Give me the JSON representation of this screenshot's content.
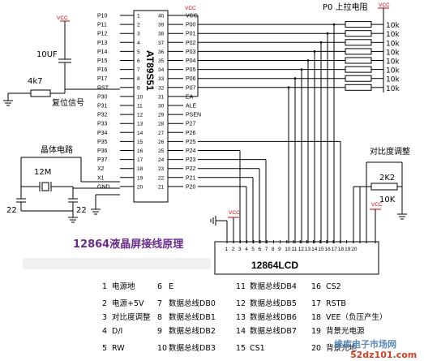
{
  "chip": {
    "name": "AT89S51",
    "left_pins": [
      "P10",
      "P11",
      "P12",
      "P13",
      "P14",
      "P15",
      "P16",
      "P17",
      "RST",
      "P30",
      "P31",
      "P32",
      "P33",
      "P34",
      "P35",
      "P36",
      "P37",
      "X2",
      "X1",
      "GND"
    ],
    "right_pins": [
      "VCC",
      "P00",
      "P01",
      "P02",
      "P03",
      "P04",
      "P05",
      "P06",
      "P07",
      "EA",
      "ALE",
      "PSEN",
      "P27",
      "P26",
      "P25",
      "P24",
      "P23",
      "P22",
      "P21",
      "P20"
    ]
  },
  "labels": {
    "vcc": "VCC",
    "cap_10uf": "10UF",
    "res_4k7": "4k7",
    "reset_signal": "复位信号",
    "crystal_circuit": "晶体电路",
    "crystal": "12M",
    "cap1": "22",
    "cap2": "22",
    "pullup_title": "P0 上拉电阻",
    "pullup_value": "10k",
    "contrast_title": "对比度调整",
    "res_2k2": "2K2",
    "pot_10k": "10K",
    "lcd_name": "12864LCD",
    "diagram_title": "12864液晶屏接线原理",
    "watermark": "维库电子市场网",
    "watermark_url": "52dz101.com"
  },
  "legend": [
    {
      "num": "1",
      "text": "电源地"
    },
    {
      "num": "2",
      "text": "电源+5V"
    },
    {
      "num": "3",
      "text": "对比度调整"
    },
    {
      "num": "4",
      "text": "D/I"
    },
    {
      "num": "5",
      "text": "RW"
    },
    {
      "num": "6",
      "text": "E"
    },
    {
      "num": "7",
      "text": "数据总线DB0"
    },
    {
      "num": "8",
      "text": "数据总线DB1"
    },
    {
      "num": "9",
      "text": "数据总线DB2"
    },
    {
      "num": "10",
      "text": "数据总线DB3"
    },
    {
      "num": "11",
      "text": "数据总线DB4"
    },
    {
      "num": "12",
      "text": "数据总线DB5"
    },
    {
      "num": "13",
      "text": "数据总线DB6"
    },
    {
      "num": "14",
      "text": "数据总线DB7"
    },
    {
      "num": "15",
      "text": "CS1"
    },
    {
      "num": "16",
      "text": "CS2"
    },
    {
      "num": "17",
      "text": "RSTB"
    },
    {
      "num": "18",
      "text": "VEE（负压产生）"
    },
    {
      "num": "19",
      "text": "背景光电源"
    },
    {
      "num": "20",
      "text": "背景光地"
    }
  ]
}
